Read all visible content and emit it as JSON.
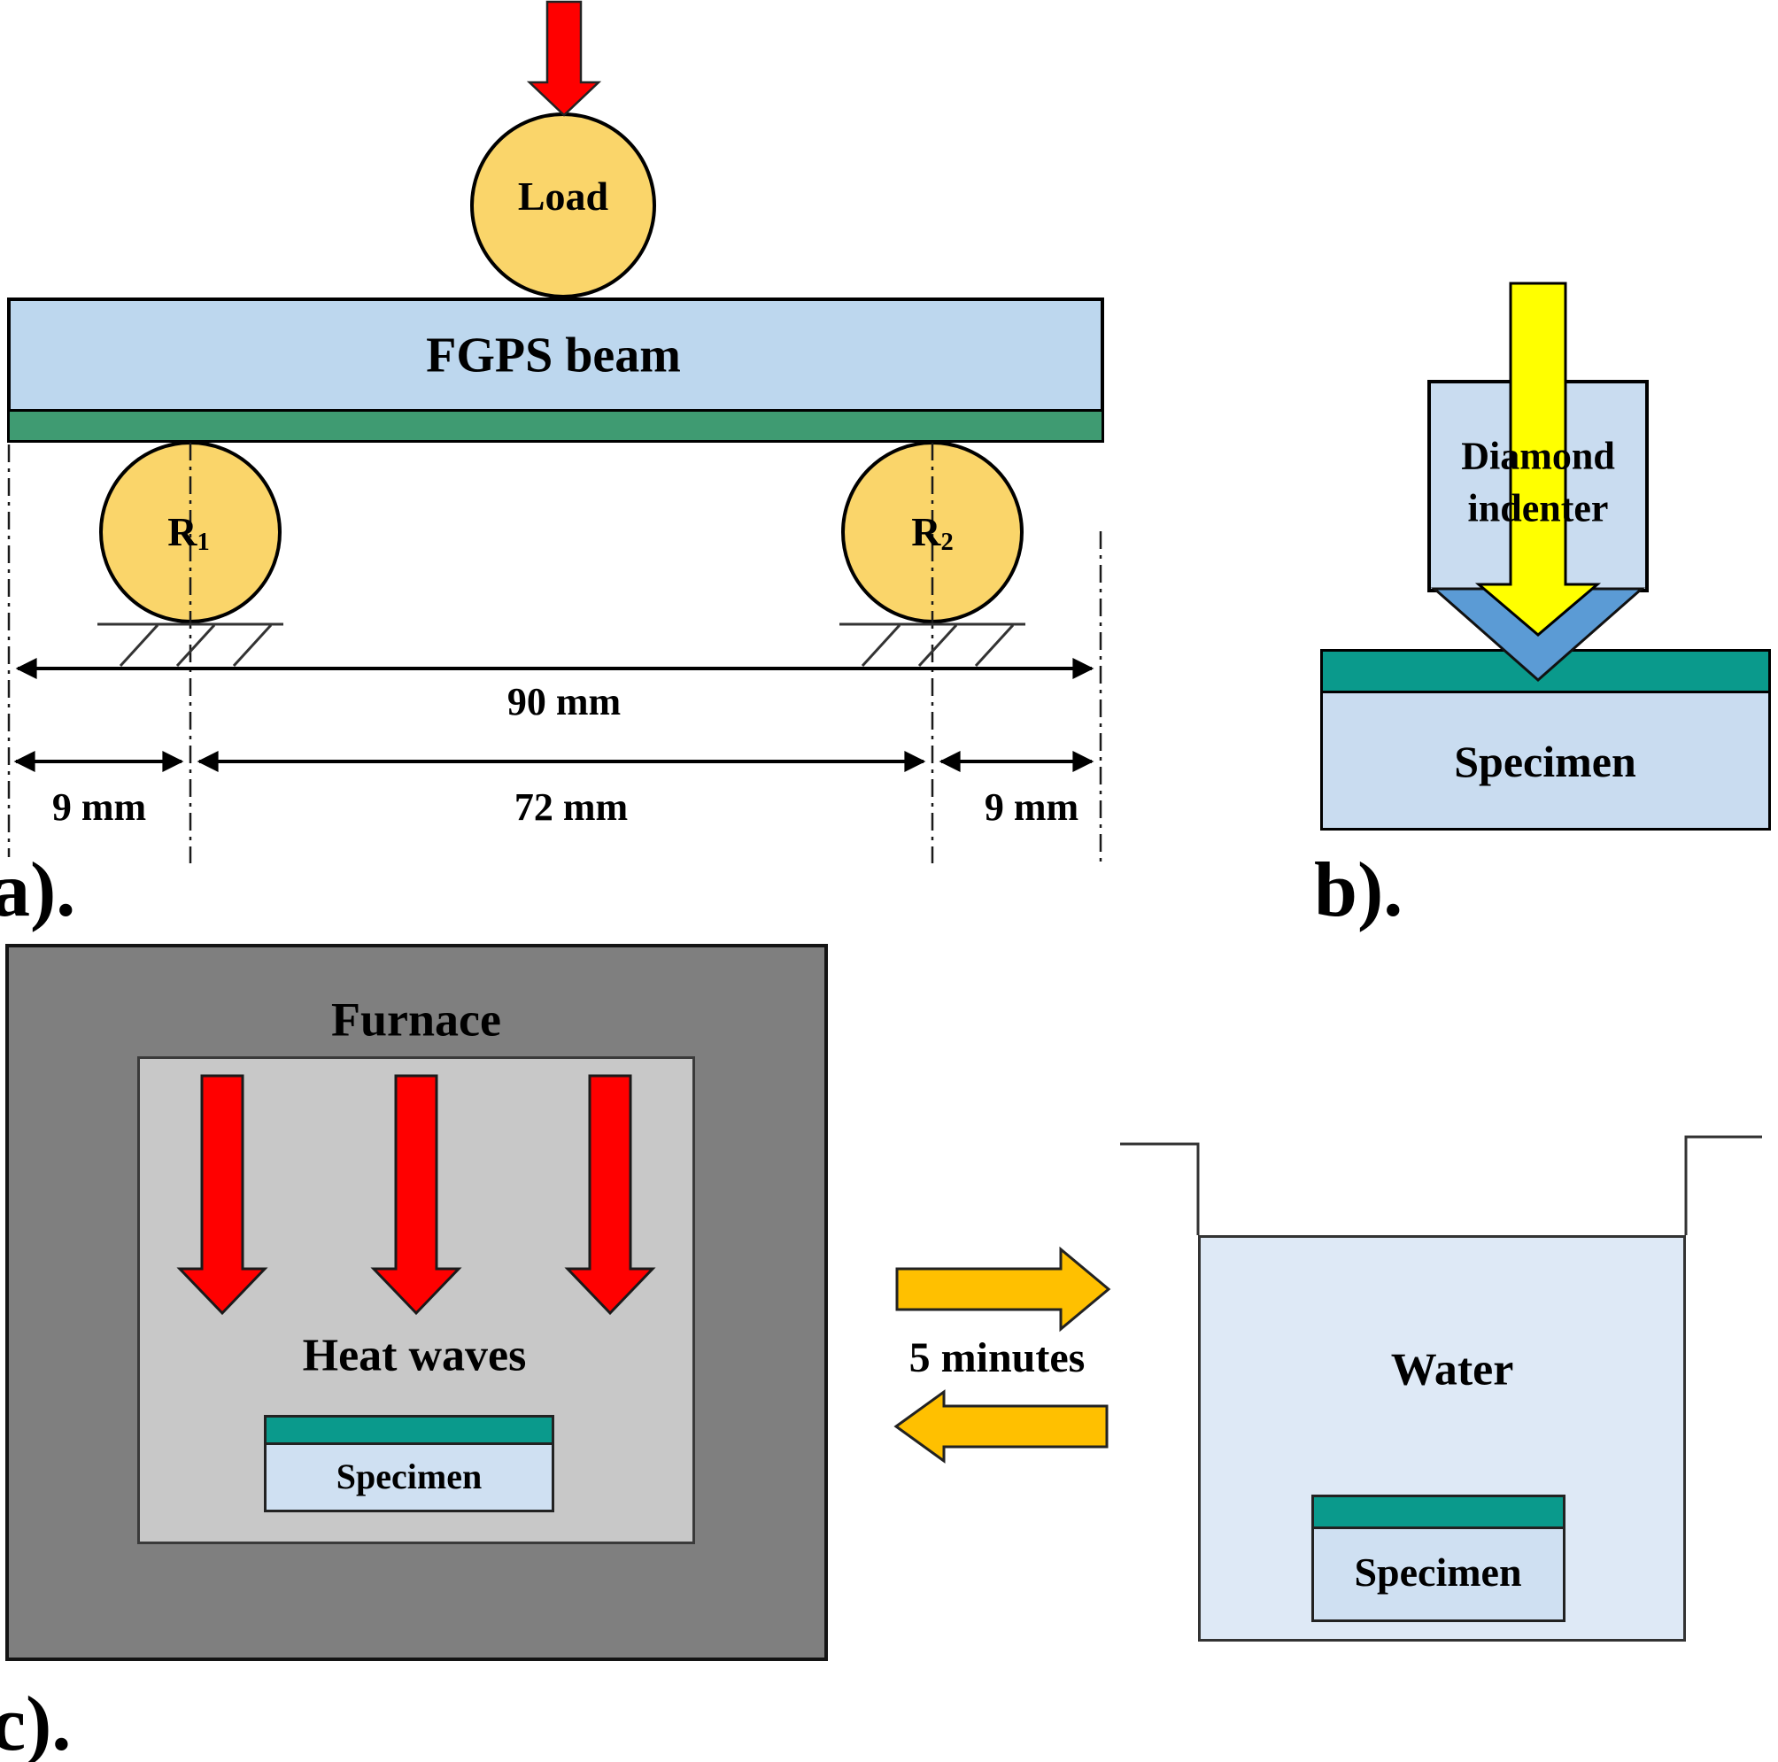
{
  "figure": {
    "description_tags": [
      "a).",
      "b).",
      "c)."
    ]
  },
  "palette": {
    "beam_blue": "#BDD7EE",
    "coating_green_a": "#3F9B72",
    "coating_teal": "#0A9A8C",
    "roller_yellow": "#FAD56A",
    "load_red": "#FF0000",
    "force_yellow": "#FFFF00",
    "transfer_orange": "#FFC000",
    "indenter_blue": "#C9DCF0",
    "indenter_tip_blue": "#5B9BD5",
    "furnace_outer_gray": "#7F7F7F",
    "furnace_inner_gray": "#C8C8C8",
    "water_blue": "#DEE9F6",
    "specimen_blue": "#CFE0F2"
  },
  "panel_a": {
    "tag": "a).",
    "load_label": "Load",
    "beam_label": "FGPS beam",
    "supports": [
      {
        "base": "R",
        "sub": "1"
      },
      {
        "base": "R",
        "sub": "2"
      }
    ],
    "dims": {
      "total": "90 mm",
      "left_overhang": "9 mm",
      "span": "72 mm",
      "right_overhang": "9 mm"
    }
  },
  "panel_b": {
    "tag": "b).",
    "indenter_line1": "Diamond",
    "indenter_line2": "indenter",
    "specimen_label": "Specimen"
  },
  "panel_c": {
    "tag": "c).",
    "furnace_label": "Furnace",
    "heat_label": "Heat waves",
    "furnace_specimen_label": "Specimen",
    "cycle_label": "5 minutes",
    "water_label": "Water",
    "water_specimen_label": "Specimen"
  }
}
